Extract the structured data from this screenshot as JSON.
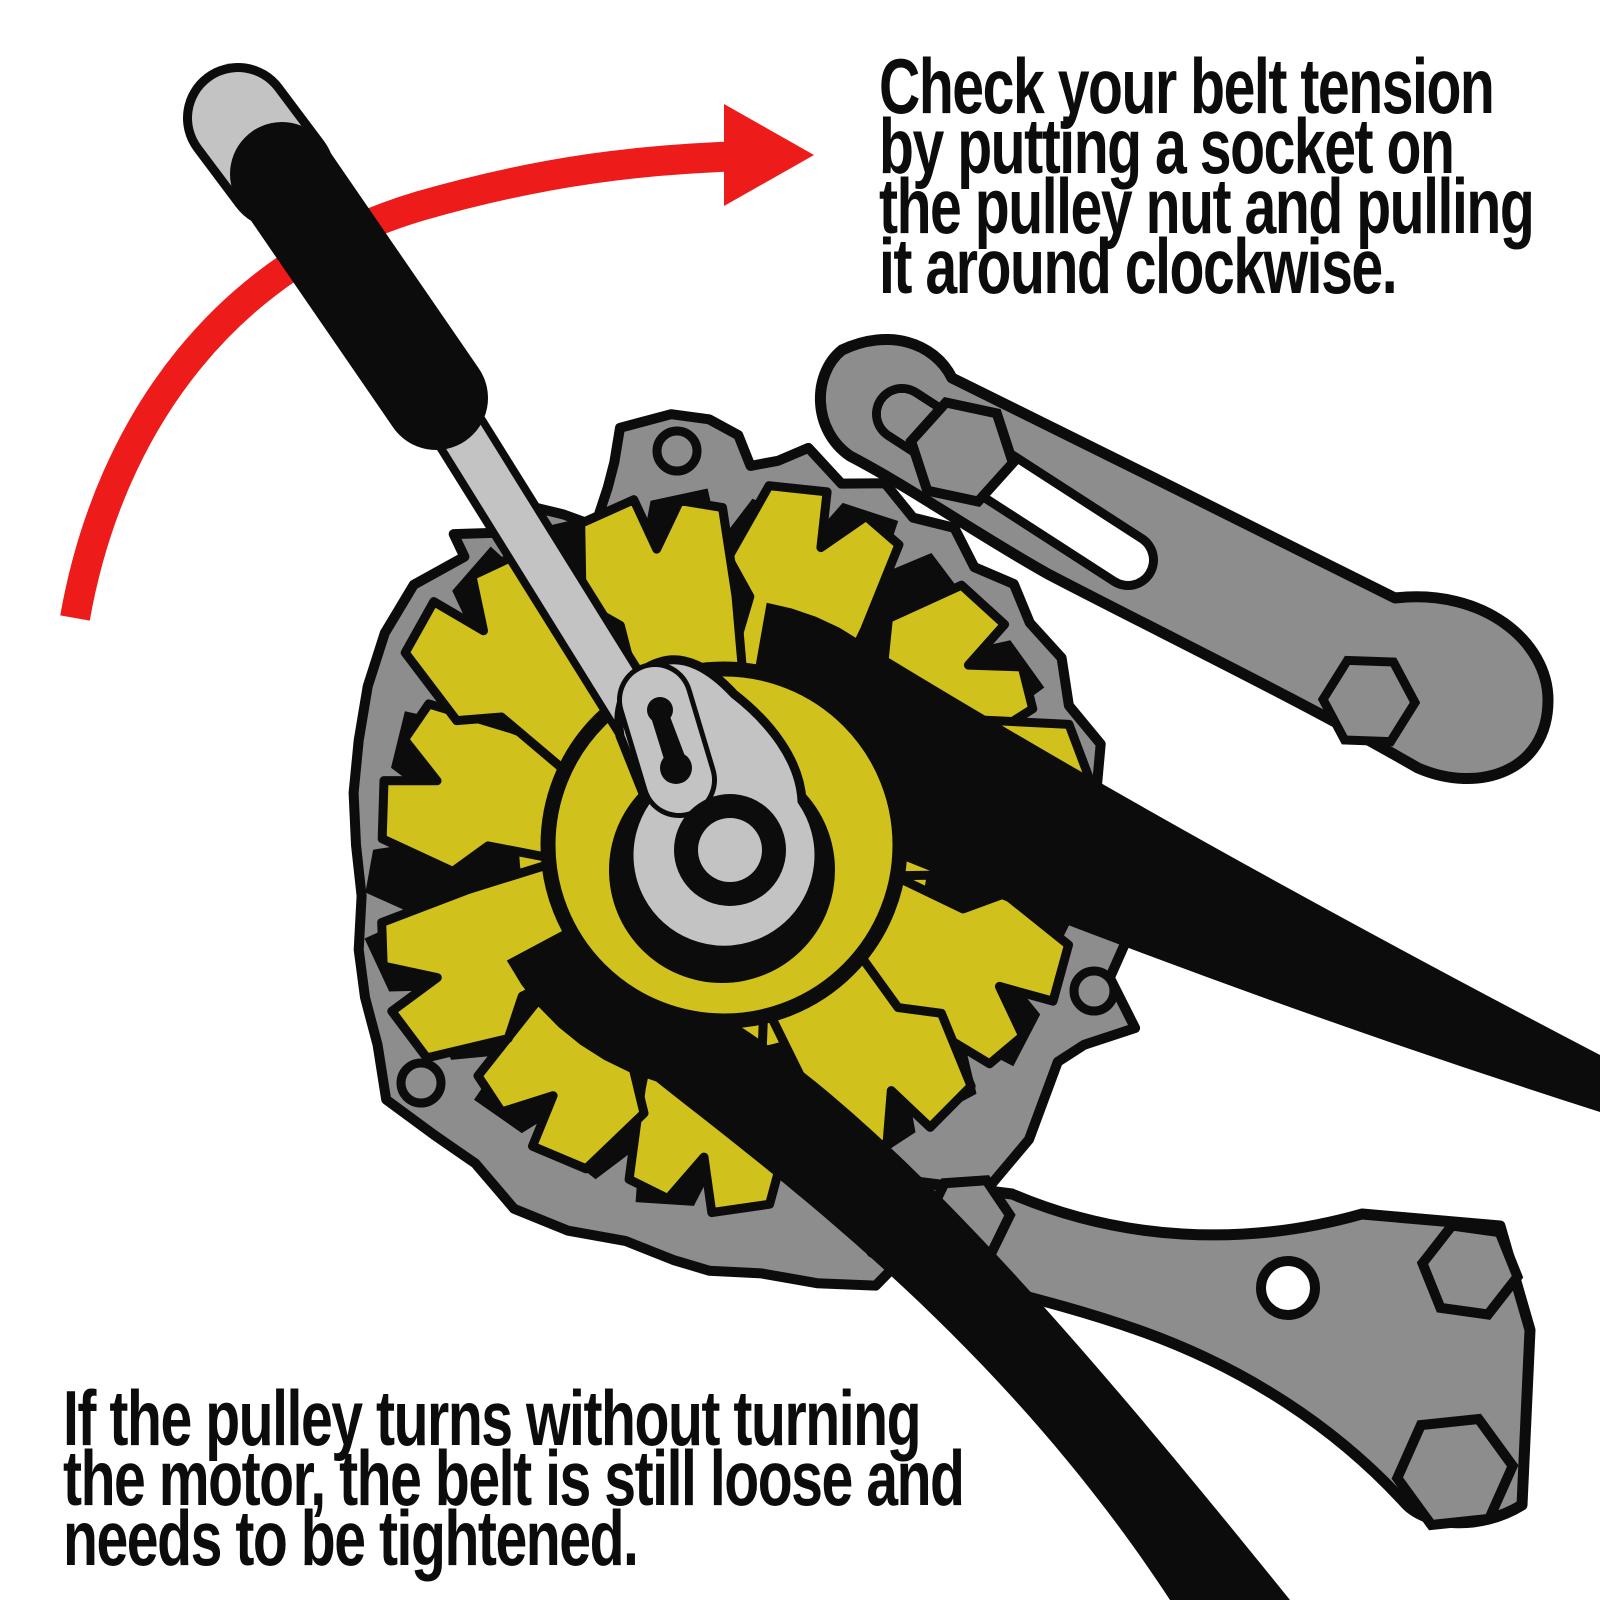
{
  "figure": {
    "type": "instructional-illustration",
    "subject": "Checking alternator belt tension with a socket wrench on the pulley nut"
  },
  "captions": {
    "top": {
      "lines": [
        "Check your belt tension",
        "by putting a socket on",
        "the pulley nut and pulling",
        "it around clockwise."
      ]
    },
    "bottom": {
      "lines": [
        "If the pulley turns without turning",
        "the motor, the belt is still loose and",
        "needs to be tightened."
      ]
    }
  },
  "colors": {
    "background": "#ffffff",
    "outline": "#0c0c0c",
    "machine_grey": "#8d8d8d",
    "metal_light_grey": "#c3c3c3",
    "fan_yellow": "#d0c11c",
    "arrow_red": "#ee1b1b"
  }
}
